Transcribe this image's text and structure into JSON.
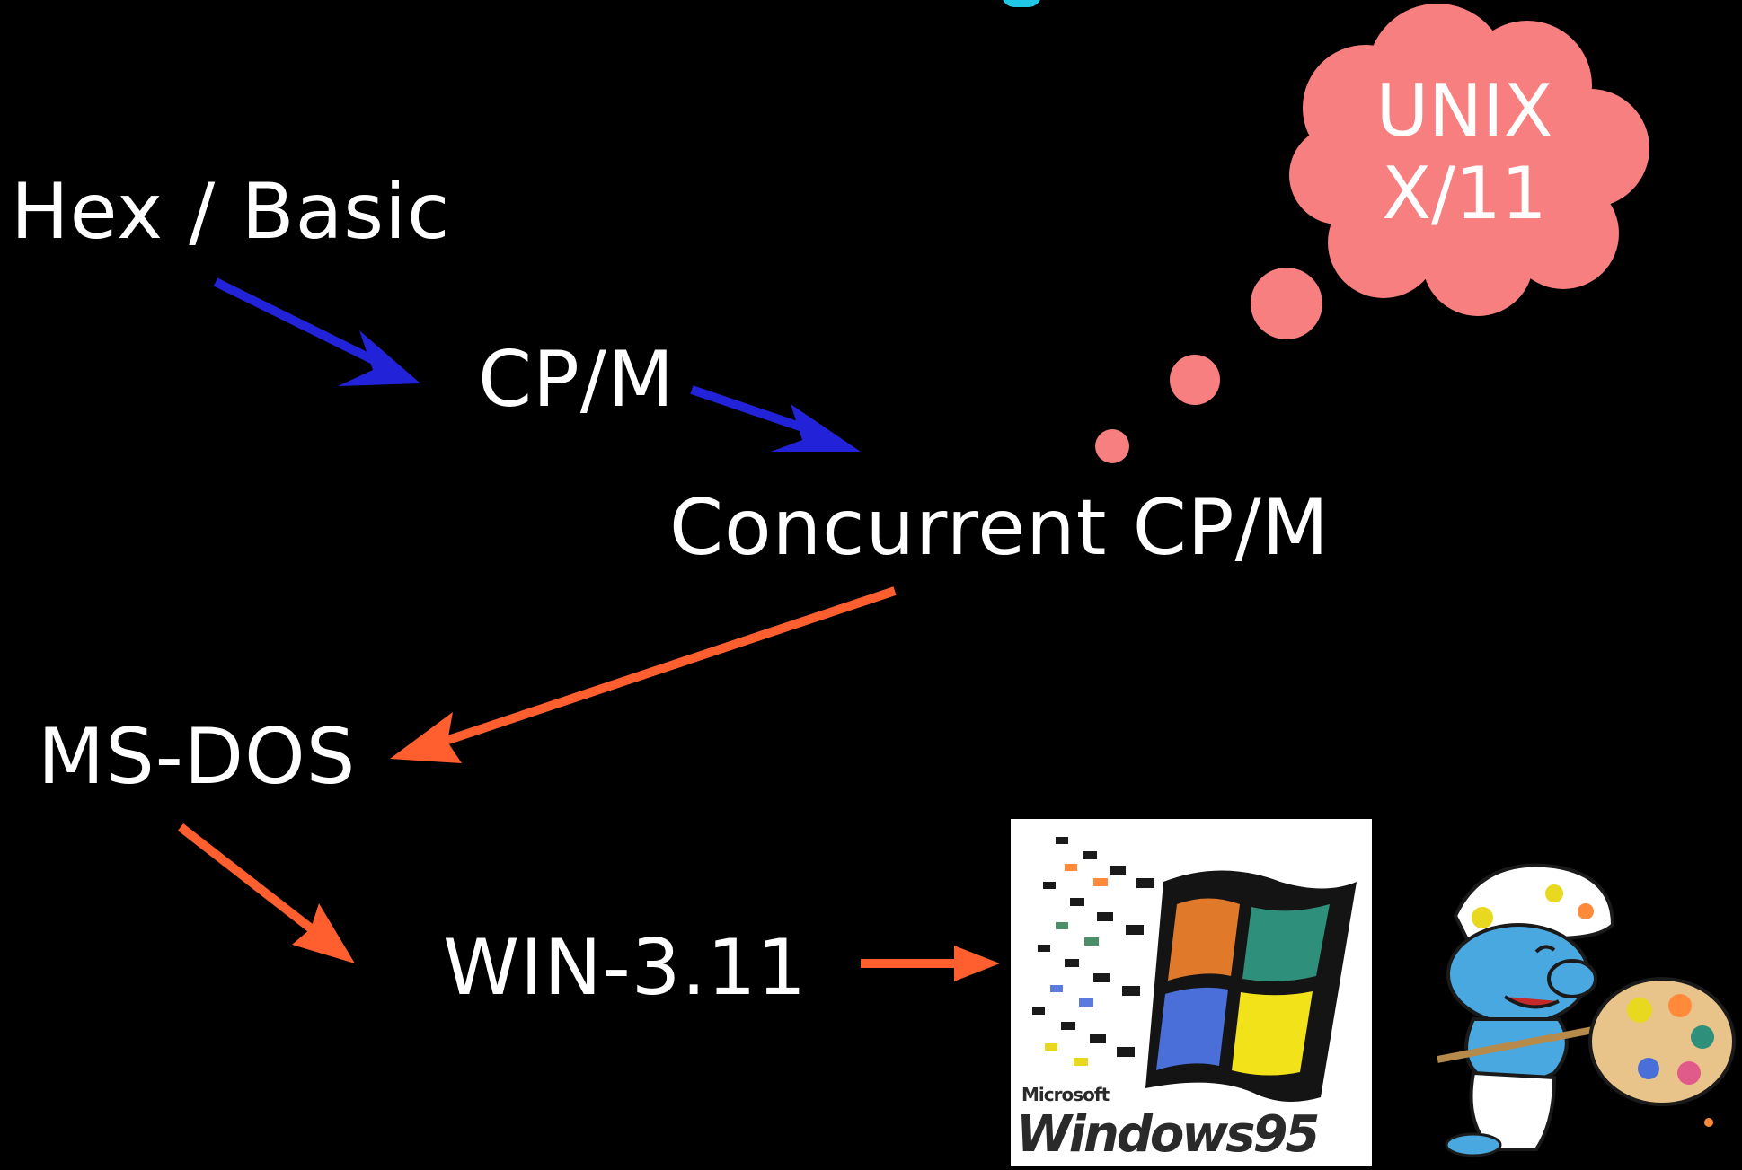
{
  "nodes": {
    "hex_basic": "Hex / Basic",
    "cpm": "CP/M",
    "concurrent_cpm": "Concurrent CP/M",
    "ms_dos": "MS-DOS",
    "win311": "WIN-3.11"
  },
  "thought_bubble": {
    "line1": "UNIX",
    "line2": "X/11",
    "color": "#f77f7f"
  },
  "logo": {
    "maker": "Microsoft",
    "product": "Windows95"
  },
  "colors": {
    "background": "#000000",
    "blue_arrow": "#2222d9",
    "orange_arrow": "#ff5f2e",
    "text": "#ffffff"
  },
  "icons": [
    "windows-95-logo-icon",
    "painter-smurf-icon",
    "thought-cloud-icon"
  ]
}
